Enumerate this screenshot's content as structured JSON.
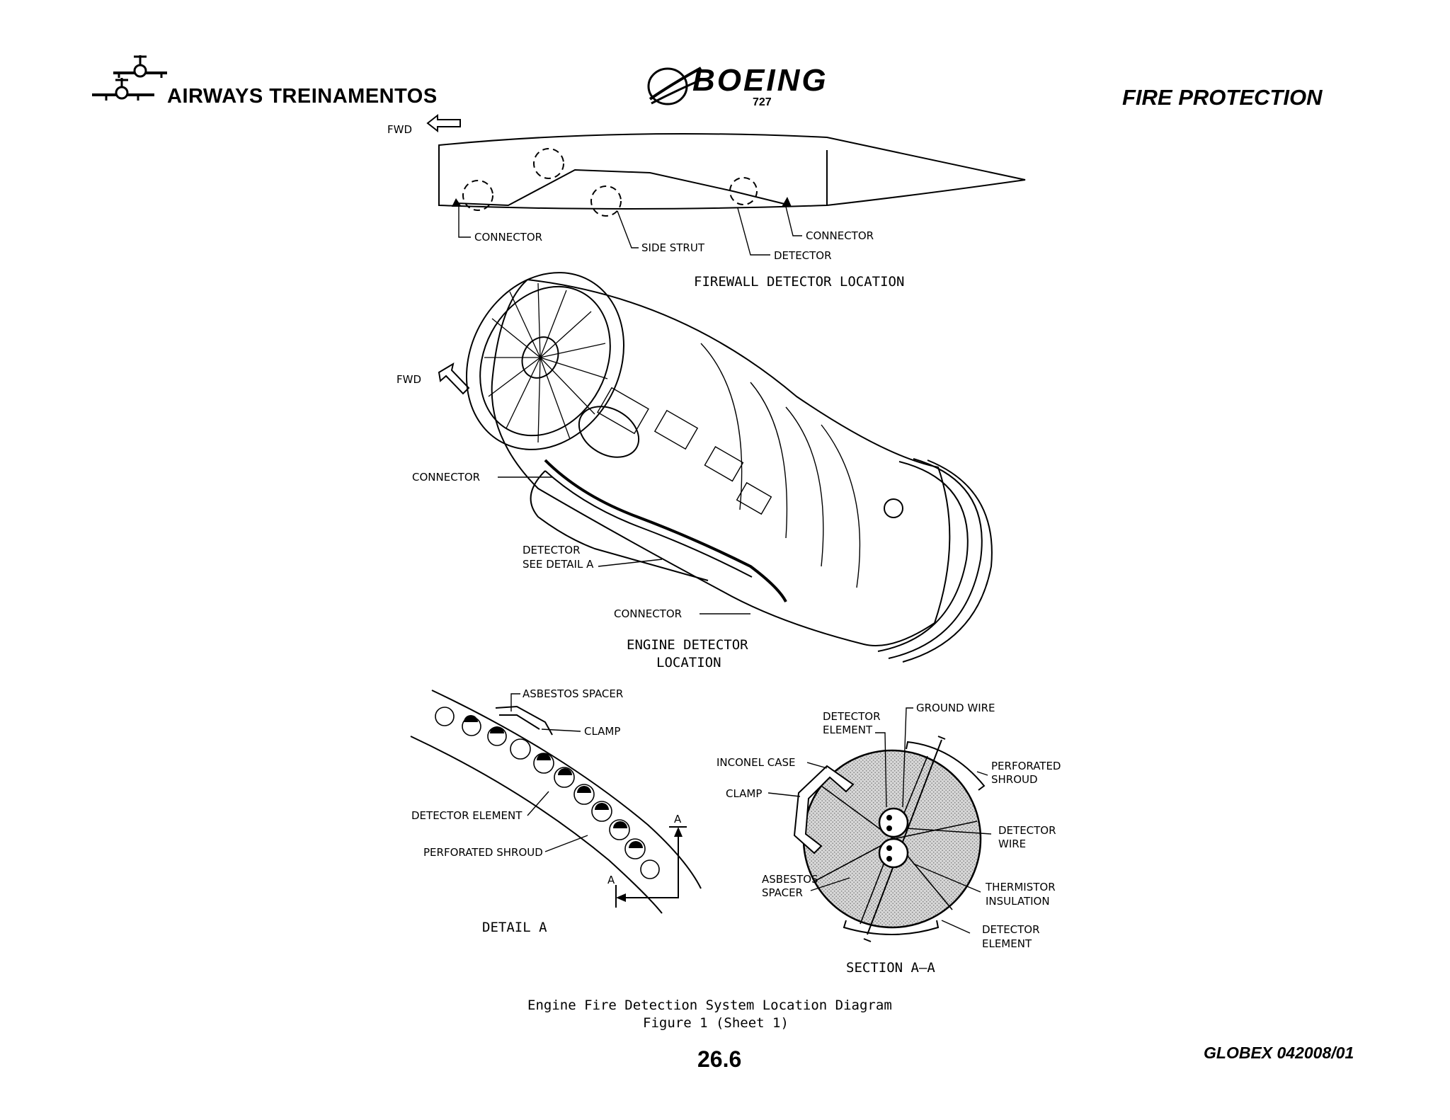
{
  "header": {
    "company": "AIRWAYS  TREINAMENTOS",
    "brand": "BOEING",
    "model": "727",
    "section": "FIRE PROTECTION"
  },
  "firewall": {
    "fwd": "FWD",
    "connector_left": "CONNECTOR",
    "side_strut": "SIDE STRUT",
    "detector": "DETECTOR",
    "connector_right": "CONNECTOR",
    "title": "FIREWALL DETECTOR LOCATION"
  },
  "engine": {
    "fwd": "FWD",
    "connector_top": "CONNECTOR",
    "detector_line1": "DETECTOR",
    "detector_line2": "SEE DETAIL A",
    "connector_bottom": "CONNECTOR",
    "title_line1": "ENGINE DETECTOR",
    "title_line2": "LOCATION"
  },
  "detail_a": {
    "asbestos_spacer": "ASBESTOS SPACER",
    "clamp": "CLAMP",
    "detector_element": "DETECTOR ELEMENT",
    "perforated_shroud": "PERFORATED SHROUD",
    "section_marker": "A",
    "title": "DETAIL A"
  },
  "section_aa": {
    "detector_element_top_1": "DETECTOR",
    "detector_element_top_2": "ELEMENT",
    "ground_wire": "GROUND WIRE",
    "inconel_case": "INCONEL CASE",
    "clamp": "CLAMP",
    "perforated_shroud_1": "PERFORATED",
    "perforated_shroud_2": "SHROUD",
    "detector_wire_1": "DETECTOR",
    "detector_wire_2": "WIRE",
    "asbestos_spacer_1": "ASBESTOS",
    "asbestos_spacer_2": "SPACER",
    "thermistor_insulation_1": "THERMISTOR",
    "thermistor_insulation_2": "INSULATION",
    "detector_element_bottom_1": "DETECTOR",
    "detector_element_bottom_2": "ELEMENT",
    "title": "SECTION A—A"
  },
  "caption": {
    "line1": "Engine Fire Detection System Location Diagram",
    "line2": "Figure 1 (Sheet 1)"
  },
  "footer": {
    "page": "26.6",
    "ref": "GLOBEX 042008/01"
  }
}
